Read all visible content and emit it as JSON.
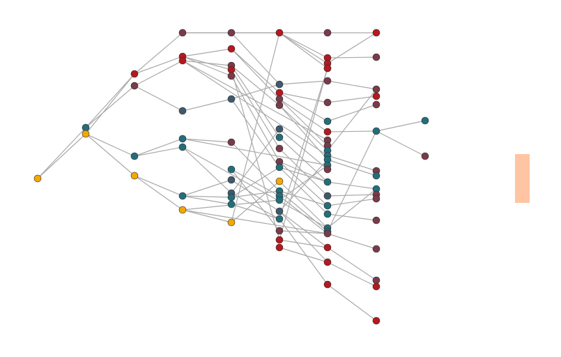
{
  "colors": {
    "edge": "#a9a9a9",
    "node_outline": "#2b2b2b",
    "legend_swatch": "#ffc4a2",
    "categories": {
      "gold": "#f4a800",
      "teal": "#246e7c",
      "slate": "#3f5a6e",
      "crimson": "#b5191f",
      "maroon": "#7a3b4a"
    }
  },
  "legend": {
    "swatch_color": "#ffc4a2"
  },
  "graph": {
    "nodes": [
      {
        "id": "root",
        "c": "gold"
      },
      {
        "id": "a1",
        "c": "teal"
      },
      {
        "id": "a2",
        "c": "gold"
      },
      {
        "id": "b1",
        "c": "crimson"
      },
      {
        "id": "b2",
        "c": "maroon"
      },
      {
        "id": "b3",
        "c": "teal"
      },
      {
        "id": "b4",
        "c": "gold"
      },
      {
        "id": "c1",
        "c": "maroon"
      },
      {
        "id": "c2",
        "c": "crimson"
      },
      {
        "id": "c3",
        "c": "crimson"
      },
      {
        "id": "c4",
        "c": "slate"
      },
      {
        "id": "c5",
        "c": "teal"
      },
      {
        "id": "c6",
        "c": "teal"
      },
      {
        "id": "c7",
        "c": "teal"
      },
      {
        "id": "c8",
        "c": "gold"
      },
      {
        "id": "d1",
        "c": "maroon"
      },
      {
        "id": "d2",
        "c": "crimson"
      },
      {
        "id": "d3",
        "c": "maroon"
      },
      {
        "id": "d4",
        "c": "crimson"
      },
      {
        "id": "d5",
        "c": "maroon"
      },
      {
        "id": "d6",
        "c": "slate"
      },
      {
        "id": "d7",
        "c": "maroon"
      },
      {
        "id": "d8",
        "c": "teal"
      },
      {
        "id": "d9",
        "c": "slate"
      },
      {
        "id": "d10",
        "c": "slate"
      },
      {
        "id": "d11",
        "c": "teal"
      },
      {
        "id": "d12",
        "c": "teal"
      },
      {
        "id": "d13",
        "c": "gold"
      },
      {
        "id": "e1",
        "c": "crimson"
      },
      {
        "id": "e2",
        "c": "slate"
      },
      {
        "id": "e3",
        "c": "crimson"
      },
      {
        "id": "e4",
        "c": "maroon"
      },
      {
        "id": "e5",
        "c": "maroon"
      },
      {
        "id": "e6",
        "c": "slate"
      },
      {
        "id": "e7",
        "c": "teal"
      },
      {
        "id": "e8",
        "c": "maroon"
      },
      {
        "id": "e9",
        "c": "maroon"
      },
      {
        "id": "e10",
        "c": "teal"
      },
      {
        "id": "e11",
        "c": "gold"
      },
      {
        "id": "e12",
        "c": "teal"
      },
      {
        "id": "e13",
        "c": "teal"
      },
      {
        "id": "e14",
        "c": "teal"
      },
      {
        "id": "e15",
        "c": "slate"
      },
      {
        "id": "e16",
        "c": "teal"
      },
      {
        "id": "e17",
        "c": "maroon"
      },
      {
        "id": "e18",
        "c": "crimson"
      },
      {
        "id": "e19",
        "c": "crimson"
      },
      {
        "id": "f1",
        "c": "maroon"
      },
      {
        "id": "f2",
        "c": "crimson"
      },
      {
        "id": "f3",
        "c": "crimson"
      },
      {
        "id": "f4",
        "c": "crimson"
      },
      {
        "id": "f5",
        "c": "maroon"
      },
      {
        "id": "f6",
        "c": "maroon"
      },
      {
        "id": "f7",
        "c": "teal"
      },
      {
        "id": "f8",
        "c": "crimson"
      },
      {
        "id": "f9",
        "c": "maroon"
      },
      {
        "id": "f10",
        "c": "maroon"
      },
      {
        "id": "f11",
        "c": "teal"
      },
      {
        "id": "f12",
        "c": "teal"
      },
      {
        "id": "f13",
        "c": "teal"
      },
      {
        "id": "f14",
        "c": "teal"
      },
      {
        "id": "f15",
        "c": "maroon"
      },
      {
        "id": "f16",
        "c": "teal"
      },
      {
        "id": "f17",
        "c": "slate"
      },
      {
        "id": "f18",
        "c": "teal"
      },
      {
        "id": "f19",
        "c": "teal"
      },
      {
        "id": "f20",
        "c": "teal"
      },
      {
        "id": "f21",
        "c": "teal"
      },
      {
        "id": "f22",
        "c": "maroon"
      },
      {
        "id": "f23",
        "c": "crimson"
      },
      {
        "id": "f24",
        "c": "crimson"
      },
      {
        "id": "f25",
        "c": "crimson"
      },
      {
        "id": "f26",
        "c": "crimson"
      },
      {
        "id": "g1",
        "c": "crimson"
      },
      {
        "id": "g2",
        "c": "maroon"
      },
      {
        "id": "g3",
        "c": "maroon"
      },
      {
        "id": "g4",
        "c": "crimson"
      },
      {
        "id": "g5",
        "c": "maroon"
      },
      {
        "id": "g6",
        "c": "teal"
      },
      {
        "id": "g7",
        "c": "maroon"
      },
      {
        "id": "g8",
        "c": "teal"
      },
      {
        "id": "g9",
        "c": "teal"
      },
      {
        "id": "g10",
        "c": "maroon"
      },
      {
        "id": "g11",
        "c": "maroon"
      },
      {
        "id": "g12",
        "c": "maroon"
      },
      {
        "id": "g13",
        "c": "maroon"
      },
      {
        "id": "g14",
        "c": "maroon"
      },
      {
        "id": "g15",
        "c": "crimson"
      },
      {
        "id": "g16",
        "c": "crimson"
      },
      {
        "id": "h1",
        "c": "teal"
      },
      {
        "id": "h2",
        "c": "maroon"
      }
    ],
    "edges": [
      [
        "root",
        "a1"
      ],
      [
        "root",
        "a2"
      ],
      [
        "a1",
        "b1"
      ],
      [
        "a1",
        "b2"
      ],
      [
        "a2",
        "b1"
      ],
      [
        "a2",
        "b3"
      ],
      [
        "a2",
        "b4"
      ],
      [
        "b1",
        "c1"
      ],
      [
        "b1",
        "c2"
      ],
      [
        "b2",
        "c3"
      ],
      [
        "b2",
        "c4"
      ],
      [
        "b3",
        "c5"
      ],
      [
        "b3",
        "c6"
      ],
      [
        "b4",
        "c7"
      ],
      [
        "b4",
        "c8"
      ],
      [
        "c1",
        "d1"
      ],
      [
        "c1",
        "e1"
      ],
      [
        "c2",
        "d2"
      ],
      [
        "c2",
        "d4"
      ],
      [
        "c2",
        "d5"
      ],
      [
        "c3",
        "d3"
      ],
      [
        "c3",
        "f9"
      ],
      [
        "c3",
        "f12"
      ],
      [
        "c4",
        "d6"
      ],
      [
        "c5",
        "d7"
      ],
      [
        "c5",
        "f14"
      ],
      [
        "c6",
        "d10"
      ],
      [
        "c6",
        "f20"
      ],
      [
        "c7",
        "d9"
      ],
      [
        "c7",
        "d11"
      ],
      [
        "c7",
        "d12"
      ],
      [
        "c8",
        "d13"
      ],
      [
        "c8",
        "e14"
      ],
      [
        "c8",
        "f22"
      ],
      [
        "d1",
        "e1"
      ],
      [
        "d1",
        "e2"
      ],
      [
        "d2",
        "e3"
      ],
      [
        "d2",
        "e4"
      ],
      [
        "d3",
        "e5"
      ],
      [
        "d3",
        "e7"
      ],
      [
        "d4",
        "e8"
      ],
      [
        "d5",
        "e9"
      ],
      [
        "d6",
        "e10"
      ],
      [
        "d6",
        "e2"
      ],
      [
        "d7",
        "e12"
      ],
      [
        "d8",
        "e13"
      ],
      [
        "d9",
        "e15"
      ],
      [
        "d10",
        "e16"
      ],
      [
        "d10",
        "e6"
      ],
      [
        "d11",
        "e12"
      ],
      [
        "d11",
        "e10"
      ],
      [
        "d12",
        "e16"
      ],
      [
        "d13",
        "e11"
      ],
      [
        "d13",
        "e1"
      ],
      [
        "d4",
        "e18"
      ],
      [
        "d8",
        "e17"
      ],
      [
        "e1",
        "f1"
      ],
      [
        "e1",
        "f2"
      ],
      [
        "e1",
        "f3"
      ],
      [
        "e1",
        "f4"
      ],
      [
        "e2",
        "f5"
      ],
      [
        "e3",
        "f6"
      ],
      [
        "e3",
        "f7"
      ],
      [
        "e4",
        "f8"
      ],
      [
        "e4",
        "f10"
      ],
      [
        "e5",
        "f11"
      ],
      [
        "e5",
        "f13"
      ],
      [
        "e6",
        "f15"
      ],
      [
        "e7",
        "f16"
      ],
      [
        "e8",
        "f17"
      ],
      [
        "e9",
        "f18"
      ],
      [
        "e10",
        "f19"
      ],
      [
        "e10",
        "f16"
      ],
      [
        "e11",
        "f20"
      ],
      [
        "e12",
        "f21"
      ],
      [
        "e12",
        "f18"
      ],
      [
        "e13",
        "f22"
      ],
      [
        "e14",
        "f14"
      ],
      [
        "e15",
        "f23"
      ],
      [
        "e15",
        "f24"
      ],
      [
        "e15",
        "f13"
      ],
      [
        "e16",
        "f25"
      ],
      [
        "e16",
        "f26"
      ],
      [
        "e17",
        "f22"
      ],
      [
        "e18",
        "f23"
      ],
      [
        "e19",
        "f24"
      ],
      [
        "e18",
        "f26"
      ],
      [
        "e9",
        "f16"
      ],
      [
        "f1",
        "g1"
      ],
      [
        "f2",
        "g2"
      ],
      [
        "f3",
        "g1"
      ],
      [
        "f5",
        "g3"
      ],
      [
        "f6",
        "g4"
      ],
      [
        "f7",
        "g5"
      ],
      [
        "f8",
        "g6"
      ],
      [
        "f12",
        "g7"
      ],
      [
        "f13",
        "g8"
      ],
      [
        "f16",
        "g9"
      ],
      [
        "f17",
        "g10"
      ],
      [
        "f18",
        "g11"
      ],
      [
        "f19",
        "g12"
      ],
      [
        "f21",
        "g6"
      ],
      [
        "f22",
        "g13"
      ],
      [
        "f23",
        "g14"
      ],
      [
        "f24",
        "g15"
      ],
      [
        "f25",
        "g16"
      ],
      [
        "f20",
        "g9"
      ],
      [
        "f11",
        "g3"
      ],
      [
        "g6",
        "h1"
      ],
      [
        "g6",
        "h2"
      ]
    ]
  }
}
